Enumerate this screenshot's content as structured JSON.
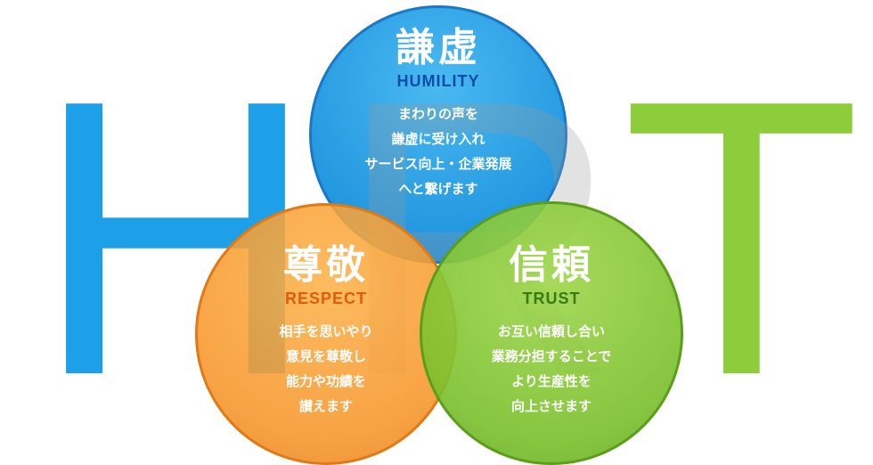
{
  "letters": {
    "h": "H",
    "r": "R",
    "t": "T"
  },
  "colors": {
    "humility": "#1ea0e8",
    "respect": "#f6a030",
    "trust": "#8dcc3a",
    "letter_r": "#9a9a9a"
  },
  "humility": {
    "kanji": "謙虚",
    "english": "HUMILITY",
    "lines": [
      "まわりの声を",
      "謙虚に受け入れ",
      "サービス向上・企業発展",
      "へと繋げます"
    ]
  },
  "respect": {
    "kanji": "尊敬",
    "english": "RESPECT",
    "lines": [
      "相手を思いやり",
      "意見を尊敬し",
      "能力や功績を",
      "讃えます"
    ]
  },
  "trust": {
    "kanji": "信頼",
    "english": "TRUST",
    "lines": [
      "お互い信頼し合い",
      "業務分担することで",
      "より生産性を",
      "向上させます"
    ]
  }
}
